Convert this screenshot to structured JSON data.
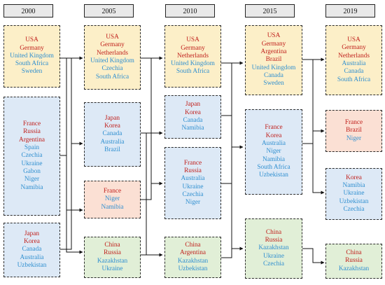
{
  "years": [
    "2000",
    "2005",
    "2010",
    "2015",
    "2019"
  ],
  "clusters": [
    {
      "id": "c2000a",
      "color": "yellow",
      "red": [
        "USA",
        "Germany"
      ],
      "blue": [
        "United Kingdom",
        "South Africa",
        "Sweden"
      ]
    },
    {
      "id": "c2000b",
      "color": "lblue",
      "red": [
        "France",
        "Russia",
        "Argentina"
      ],
      "blue": [
        "Spain",
        "Czechia",
        "Ukraine",
        "Gabon",
        "Niger",
        "Namibia"
      ]
    },
    {
      "id": "c2000c",
      "color": "lblue",
      "red": [
        "Japan",
        "Korea"
      ],
      "blue": [
        "Canada",
        "Australia",
        "Uzbekistan"
      ]
    },
    {
      "id": "c2005a",
      "color": "yellow",
      "red": [
        "USA",
        "Germany",
        "Netherlands"
      ],
      "blue": [
        "United Kingdom",
        "Czechia",
        "South Africa"
      ]
    },
    {
      "id": "c2005b",
      "color": "lblue",
      "red": [
        "Japan",
        "Korea"
      ],
      "blue": [
        "Canada",
        "Australia",
        "Brazil"
      ]
    },
    {
      "id": "c2005c",
      "color": "pink",
      "red": [
        "France"
      ],
      "blue": [
        "Niger",
        "Namibia"
      ]
    },
    {
      "id": "c2005d",
      "color": "lgreen",
      "red": [
        "China",
        "Russia"
      ],
      "blue": [
        "Kazakhstan",
        "Ukraine"
      ]
    },
    {
      "id": "c2010a",
      "color": "yellow",
      "red": [
        "USA",
        "Germany",
        "Netherlands"
      ],
      "blue": [
        "United Kingdom",
        "South Africa"
      ]
    },
    {
      "id": "c2010b",
      "color": "lblue",
      "red": [
        "Japan",
        "Korea"
      ],
      "blue": [
        "Canada",
        "Namibia"
      ]
    },
    {
      "id": "c2010c",
      "color": "lblue",
      "red": [
        "France",
        "Russia"
      ],
      "blue": [
        "Australia",
        "Ukraine",
        "Czechia",
        "Niger"
      ]
    },
    {
      "id": "c2010d",
      "color": "lgreen",
      "red": [
        "China",
        "Argentina"
      ],
      "blue": [
        "Kazakhstan",
        "Uzbekistan"
      ]
    },
    {
      "id": "c2015a",
      "color": "yellow",
      "red": [
        "USA",
        "Germany",
        "Argentina",
        "Brazil"
      ],
      "blue": [
        "United Kingdom",
        "Canada",
        "Sweden"
      ]
    },
    {
      "id": "c2015b",
      "color": "lblue",
      "red": [
        "France",
        "Korea"
      ],
      "blue": [
        "Australia",
        "Niger",
        "Namibia",
        "South Africa",
        "Uzbekistan"
      ]
    },
    {
      "id": "c2015c",
      "color": "lgreen",
      "red": [
        "China",
        "Russia"
      ],
      "blue": [
        "Kazakhstan",
        "Ukraine",
        "Czechia"
      ]
    },
    {
      "id": "c2019a",
      "color": "yellow",
      "red": [
        "USA",
        "Germany",
        "Netherlands"
      ],
      "blue": [
        "Australia",
        "Canada",
        "South Africa"
      ]
    },
    {
      "id": "c2019b",
      "color": "pink",
      "red": [
        "France",
        "Brazil"
      ],
      "blue": [
        "Niger"
      ]
    },
    {
      "id": "c2019c",
      "color": "lblue",
      "red": [
        "Korea"
      ],
      "blue": [
        "Namibia",
        "Ukraine",
        "Uzbekistan",
        "Czechia"
      ]
    },
    {
      "id": "c2019d",
      "color": "lgreen",
      "red": [
        "China",
        "Russia"
      ],
      "blue": [
        "Kazakhstan"
      ]
    }
  ],
  "colors": {
    "member_core": "#c0201c",
    "member_other": "#2f8fd0",
    "yellow": "#fcefc8",
    "light_blue": "#dde9f6",
    "pink": "#fbe0d4",
    "light_green": "#e1efd7",
    "line": "#111111"
  }
}
